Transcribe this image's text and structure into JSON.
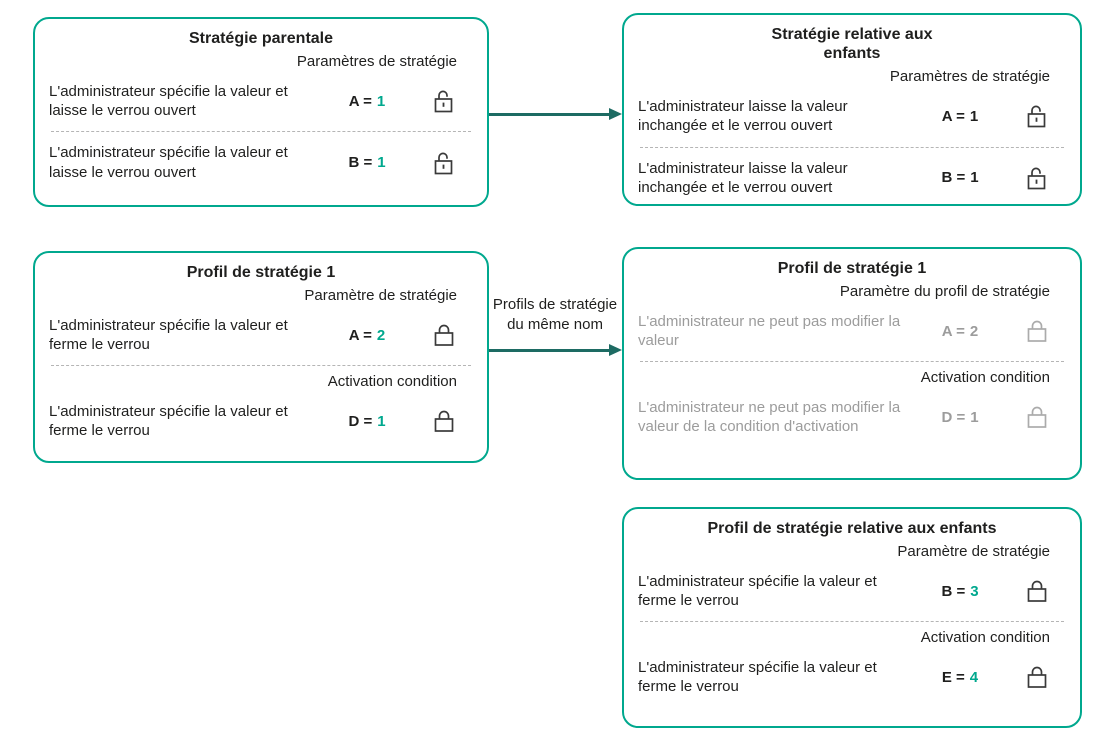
{
  "colors": {
    "card_border": "#00A88E",
    "value_accent": "#00A88E",
    "arrow": "#1D6B63",
    "text": "#1F1F1E",
    "text_muted": "#9C9C9C",
    "divider": "#B5B5B5",
    "lock": "#3A3A3A",
    "lock_muted": "#ABABAB"
  },
  "arrows": {
    "parent_to_child": {
      "label_lines": [
        "",
        ""
      ]
    },
    "profiles_link": {
      "label_lines": [
        "Profils de stratégie",
        "du même nom"
      ]
    }
  },
  "boxes": {
    "parent_policy": {
      "title": "Stratégie parentale",
      "sections": [
        {
          "subtitle": "Paramètres de stratégie",
          "rows": [
            {
              "text": "L'administrateur spécifie la valeur et laisse le verrou ouvert",
              "param": "A =",
              "value": "1",
              "lock": "open-lock-icon",
              "state": "accent"
            },
            {
              "text": "L'administrateur spécifie la valeur et laisse le verrou ouvert",
              "param": "B =",
              "value": "1",
              "lock": "open-lock-icon",
              "state": "accent"
            }
          ]
        }
      ]
    },
    "child_policy": {
      "title": "Stratégie relative aux enfants",
      "sections": [
        {
          "subtitle": "Paramètres de stratégie",
          "rows": [
            {
              "text": "L'administrateur laisse la valeur inchangée et le verrou ouvert",
              "param": "A =",
              "value": "1",
              "lock": "open-lock-icon",
              "state": "plain"
            },
            {
              "text": "L'administrateur laisse la valeur inchangée et le verrou ouvert",
              "param": "B =",
              "value": "1",
              "lock": "open-lock-icon",
              "state": "plain"
            }
          ]
        }
      ]
    },
    "policy_profile_1": {
      "title": "Profil de stratégie 1",
      "sections": [
        {
          "subtitle": "Paramètre de stratégie",
          "rows": [
            {
              "text": "L'administrateur spécifie la valeur et ferme le verrou",
              "param": "A =",
              "value": "2",
              "lock": "closed-lock-icon",
              "state": "accent"
            }
          ]
        },
        {
          "subtitle": "Activation condition",
          "rows": [
            {
              "text": "L'administrateur spécifie la valeur et ferme le verrou",
              "param": "D =",
              "value": "1",
              "lock": "closed-lock-icon",
              "state": "accent"
            }
          ]
        }
      ]
    },
    "child_policy_profile_1": {
      "title": "Profil de stratégie 1",
      "sections": [
        {
          "subtitle": "Paramètre du profil de stratégie",
          "rows": [
            {
              "text": "L'administrateur ne peut pas modifier la valeur",
              "param": "A =",
              "value": "2",
              "lock": "closed-lock-icon",
              "state": "muted"
            }
          ]
        },
        {
          "subtitle": "Activation condition",
          "rows": [
            {
              "text": "L'administrateur ne peut pas modifier la valeur de la condition d'activation",
              "param": "D =",
              "value": "1",
              "lock": "closed-lock-icon",
              "state": "muted"
            }
          ]
        }
      ]
    },
    "child_policy_profile": {
      "title": "Profil de stratégie relative aux enfants",
      "sections": [
        {
          "subtitle": "Paramètre de stratégie",
          "rows": [
            {
              "text": "L'administrateur spécifie la valeur et ferme le verrou",
              "param": "B =",
              "value": "3",
              "lock": "closed-lock-icon",
              "state": "accent"
            }
          ]
        },
        {
          "subtitle": "Activation condition",
          "rows": [
            {
              "text": "L'administrateur spécifie la valeur et ferme le verrou",
              "param": "E =",
              "value": "4",
              "lock": "closed-lock-icon",
              "state": "accent"
            }
          ]
        }
      ]
    }
  }
}
